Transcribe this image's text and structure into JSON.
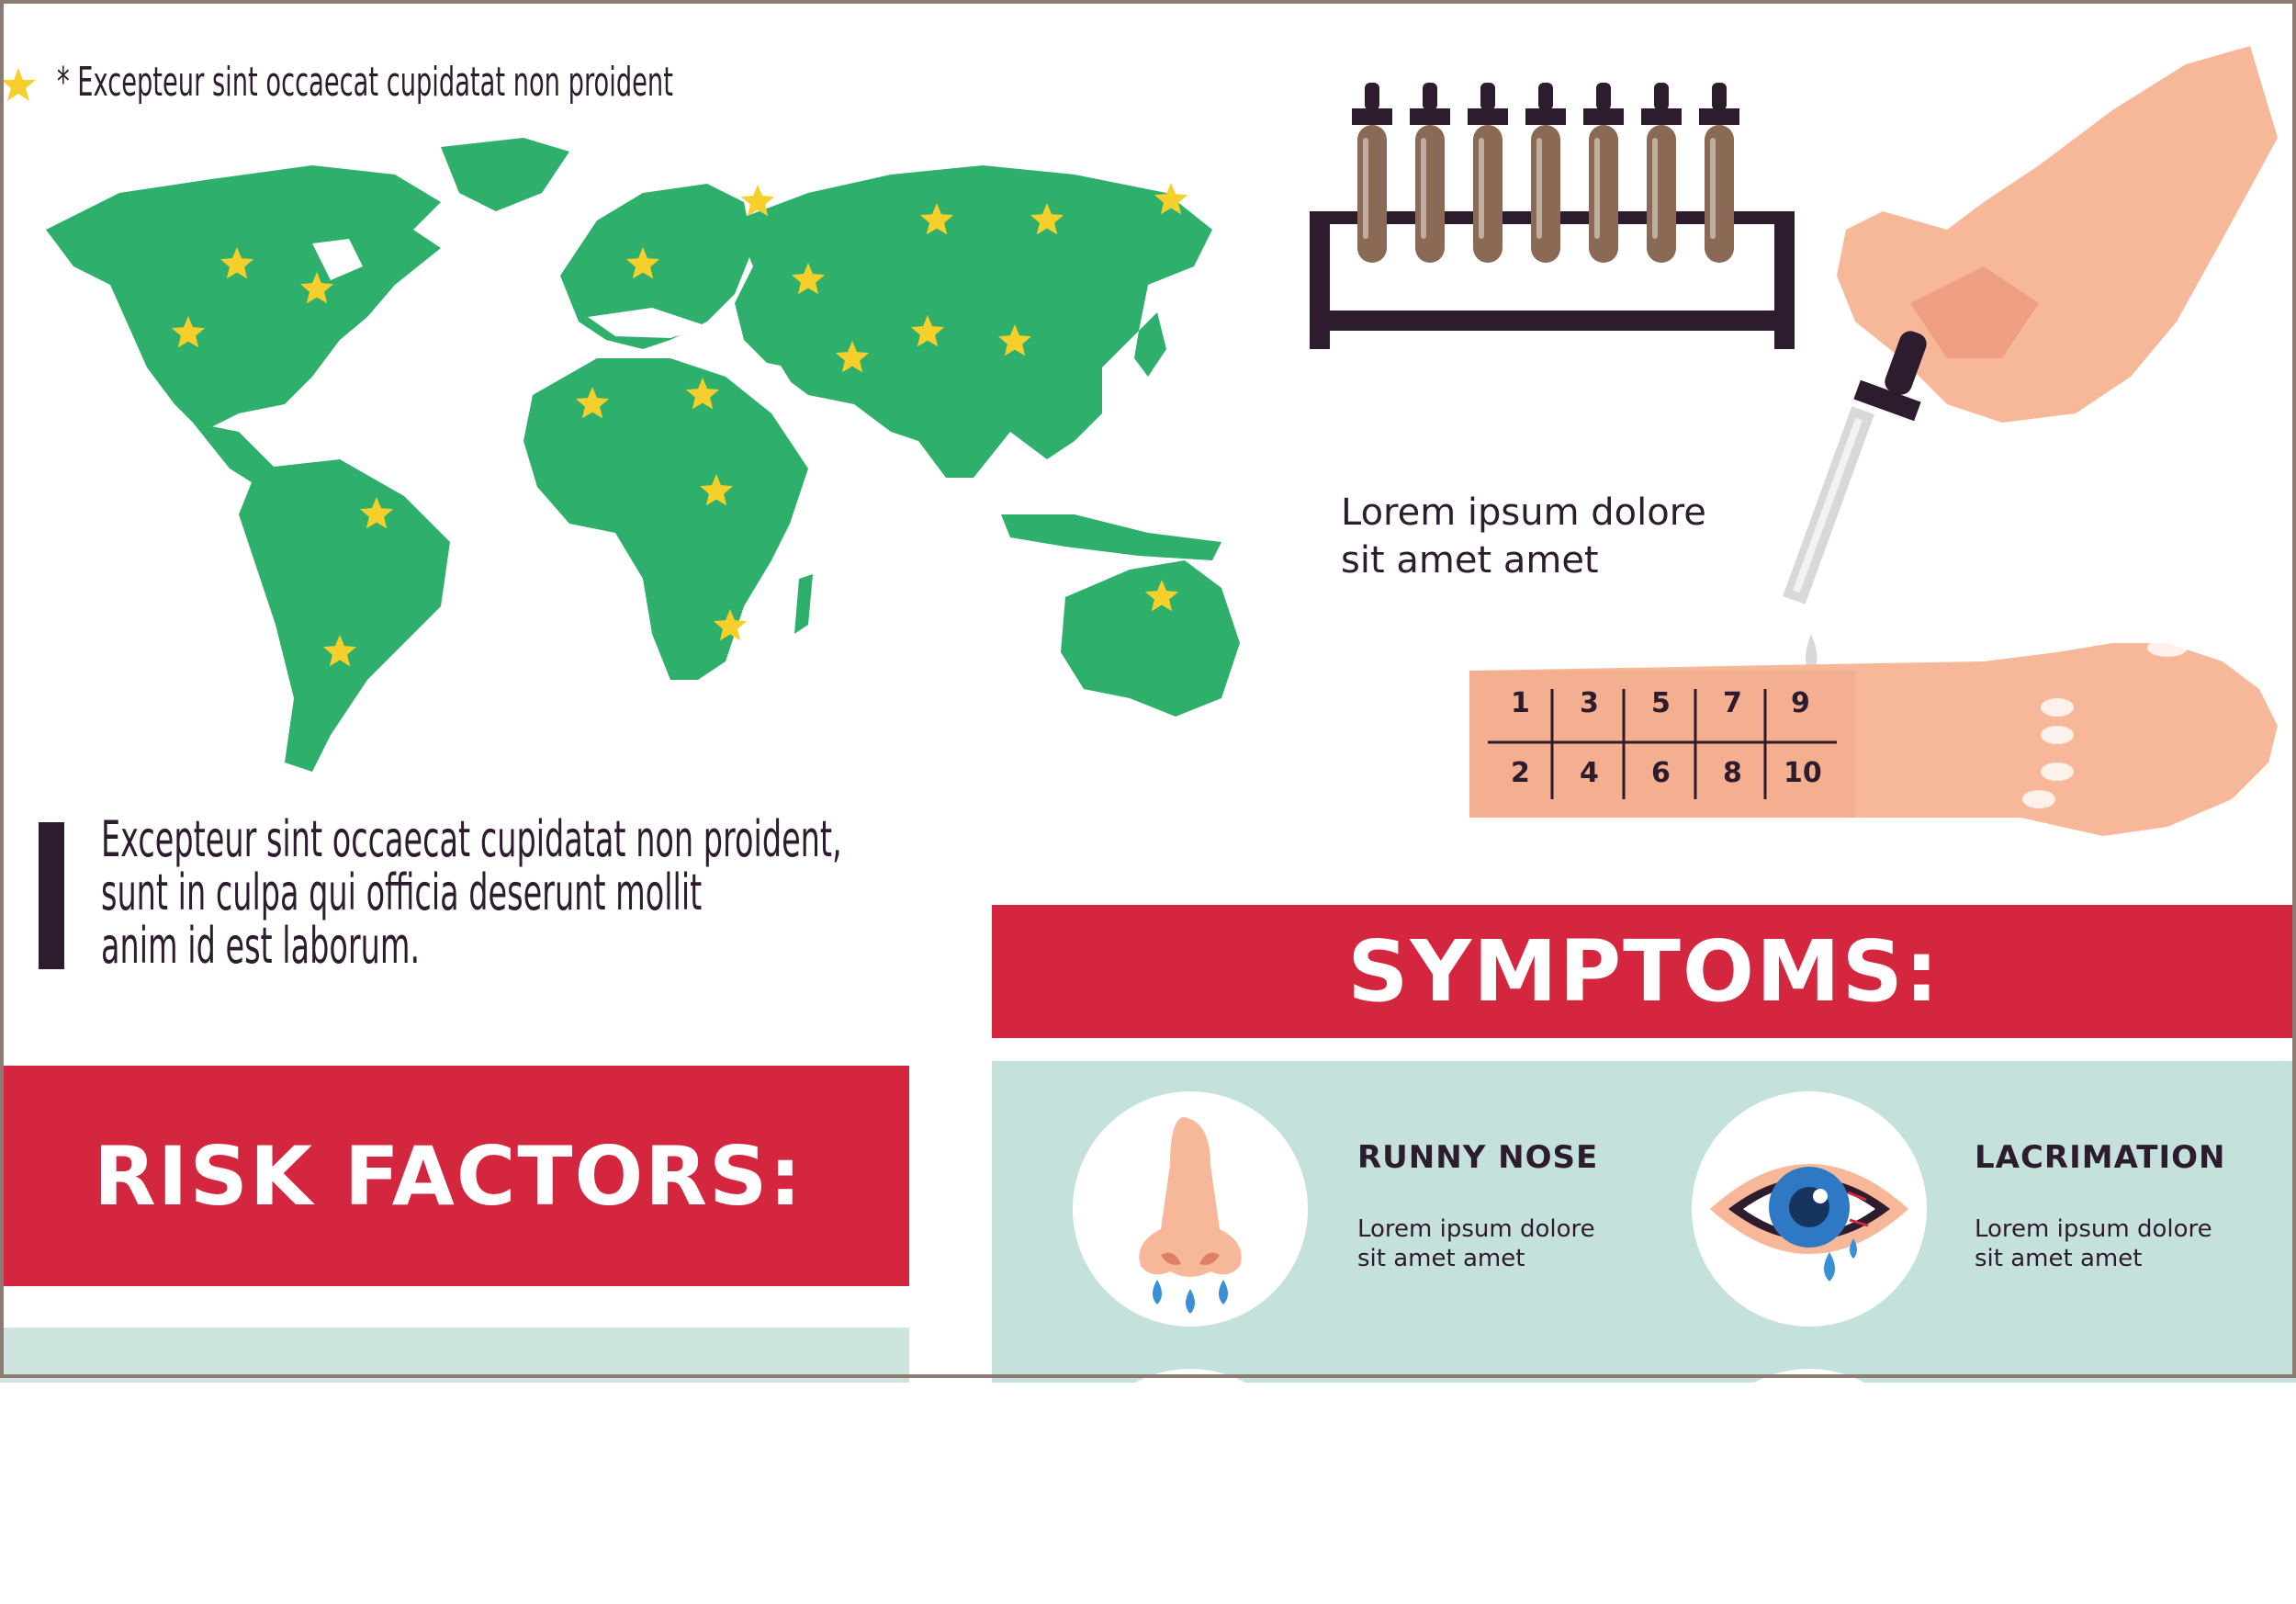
{
  "legend": {
    "text": "* Excepteur sint occaecat cupidatat non proident"
  },
  "map": {
    "land_color": "#2eaf6c",
    "star_color": "#f7cf2a",
    "marker_icon": "star-icon"
  },
  "description": {
    "text": "Excepteur sint occaecat cupidatat non proident,\nsunt in culpa qui officia deserunt mollit\nanim id est laborum."
  },
  "allergy_test": {
    "caption": "Lorem ipsum dolore\nsit amet amet",
    "grid_top": [
      "1",
      "3",
      "5",
      "7",
      "9"
    ],
    "grid_bottom": [
      "2",
      "4",
      "6",
      "8",
      "10"
    ]
  },
  "symptoms": {
    "heading": "SYMPTOMS:",
    "items": [
      {
        "title": "RUNNY NOSE",
        "desc": "Lorem ipsum dolore\nsit amet amet",
        "icon": "nose-icon"
      },
      {
        "title": "LACRIMATION",
        "desc": "Lorem ipsum dolore\nsit amet amet",
        "icon": "eye-icon"
      }
    ]
  },
  "risk_factors": {
    "heading": "RISK FACTORS:"
  },
  "colors": {
    "banner_red": "#d4263f",
    "panel_mint": "#c5e1db",
    "dark_plum": "#2d1b2e",
    "skin": "#f7b899"
  }
}
